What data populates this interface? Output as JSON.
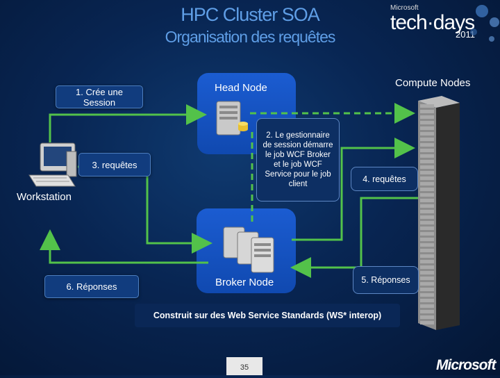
{
  "header": {
    "title": "HPC Cluster SOA",
    "subtitle": "Organisation des requêtes"
  },
  "brand": {
    "event_small": "Microsoft",
    "event_name": "tech·days",
    "event_year": "2011",
    "company": "Microsoft"
  },
  "diagram": {
    "head_node": "Head Node",
    "compute_nodes": "Compute Nodes",
    "workstation": "Workstation",
    "broker_node": "Broker Node",
    "step1": "1. Crée une Session",
    "step2": "2. Le gestionnaire de session démarre le job WCF Broker et le job WCF Service pour le job client",
    "step3": "3. requêtes",
    "step4": "4. requêtes",
    "step5": "5. Réponses",
    "step6": "6. Réponses",
    "standards": "Construit sur des Web Service Standards (WS* interop)"
  },
  "footer": {
    "page_number": "35"
  },
  "colors": {
    "accent_blue": "#5f9ee6",
    "arrow_green": "#53c24a",
    "node_panel": "#1b5cd1"
  }
}
